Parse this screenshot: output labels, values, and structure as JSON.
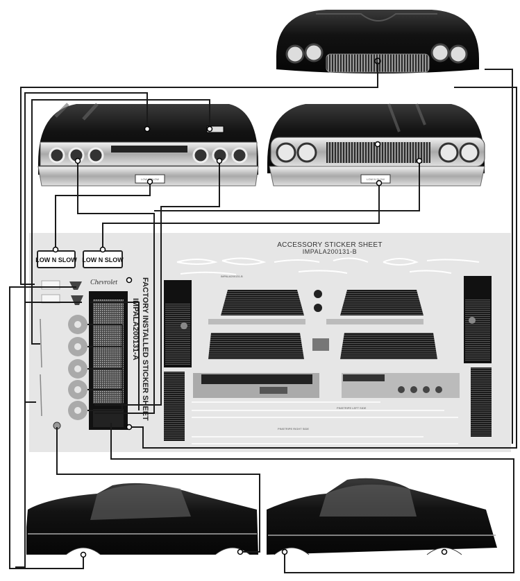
{
  "accessory_sheet": {
    "title": "ACCESSORY STICKER SHEET",
    "code": "IMPALA200131-B",
    "small_code": "IMPALA200131-B",
    "stripe_left_label": "PINSTRIPE LEFT SIDE",
    "stripe_right_label": "PINSTRIPE RIGHT SIDE"
  },
  "factory_sheet": {
    "title": "FACTORY INSTALLED STICKER SHEET",
    "code": "IMPALA200131-A"
  },
  "plates": {
    "left": "LOW N SLOW",
    "right": "LOW N SLOW",
    "rear_plate": "LOW N SLOW",
    "front_plate": "LOW N SLOW"
  },
  "script_badge": "Chevrolet",
  "colors": {
    "line": "#1a1a1a",
    "sheet_bg": "#e6e6e6",
    "body_black": "#141414",
    "chrome": "#c9c9c9"
  }
}
